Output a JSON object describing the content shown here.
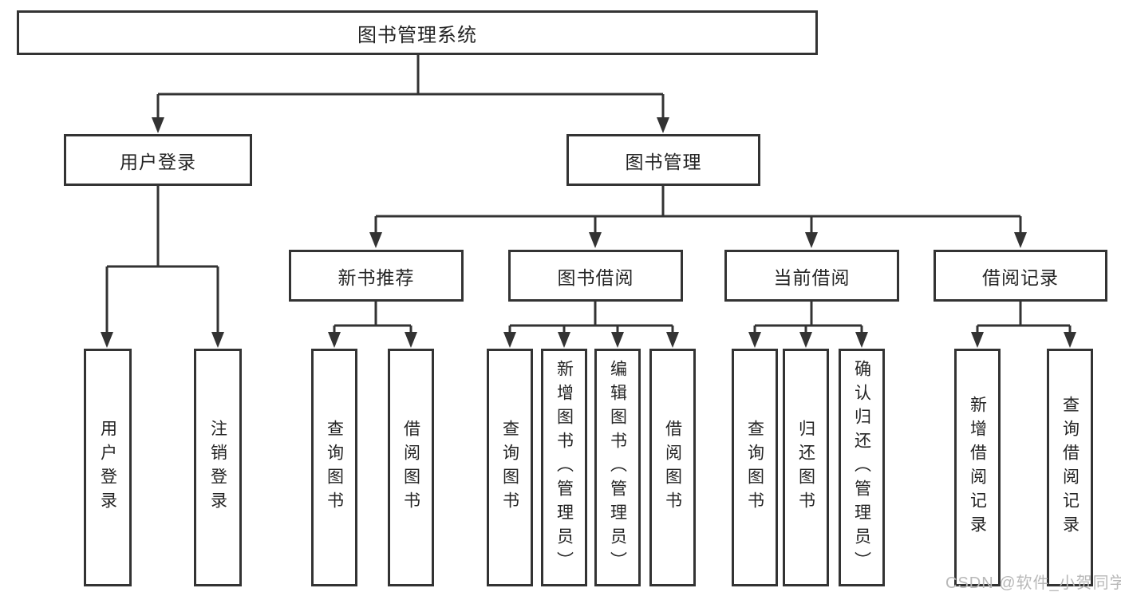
{
  "tree": {
    "label": "图书管理系统",
    "children": [
      {
        "label": "用户登录",
        "children": [
          {
            "label": "用户登录"
          },
          {
            "label": "注销登录"
          }
        ]
      },
      {
        "label": "图书管理",
        "children": [
          {
            "label": "新书推荐",
            "children": [
              {
                "label": "查询图书"
              },
              {
                "label": "借阅图书"
              }
            ]
          },
          {
            "label": "图书借阅",
            "children": [
              {
                "label": "查询图书"
              },
              {
                "label": "新增图书（管理员）"
              },
              {
                "label": "编辑图书（管理员）"
              },
              {
                "label": "借阅图书"
              }
            ]
          },
          {
            "label": "当前借阅",
            "children": [
              {
                "label": "查询图书"
              },
              {
                "label": "归还图书"
              },
              {
                "label": "确认归还（管理员）"
              }
            ]
          },
          {
            "label": "借阅记录",
            "children": [
              {
                "label": "新增借阅记录"
              },
              {
                "label": "查询借阅记录"
              }
            ]
          }
        ]
      }
    ]
  },
  "watermark": {
    "text": "CSDN @软件_小贺同学"
  },
  "colors": {
    "line": "#333333",
    "text": "#242424",
    "watermark": "#b8b8b8",
    "background": "#ffffff"
  }
}
